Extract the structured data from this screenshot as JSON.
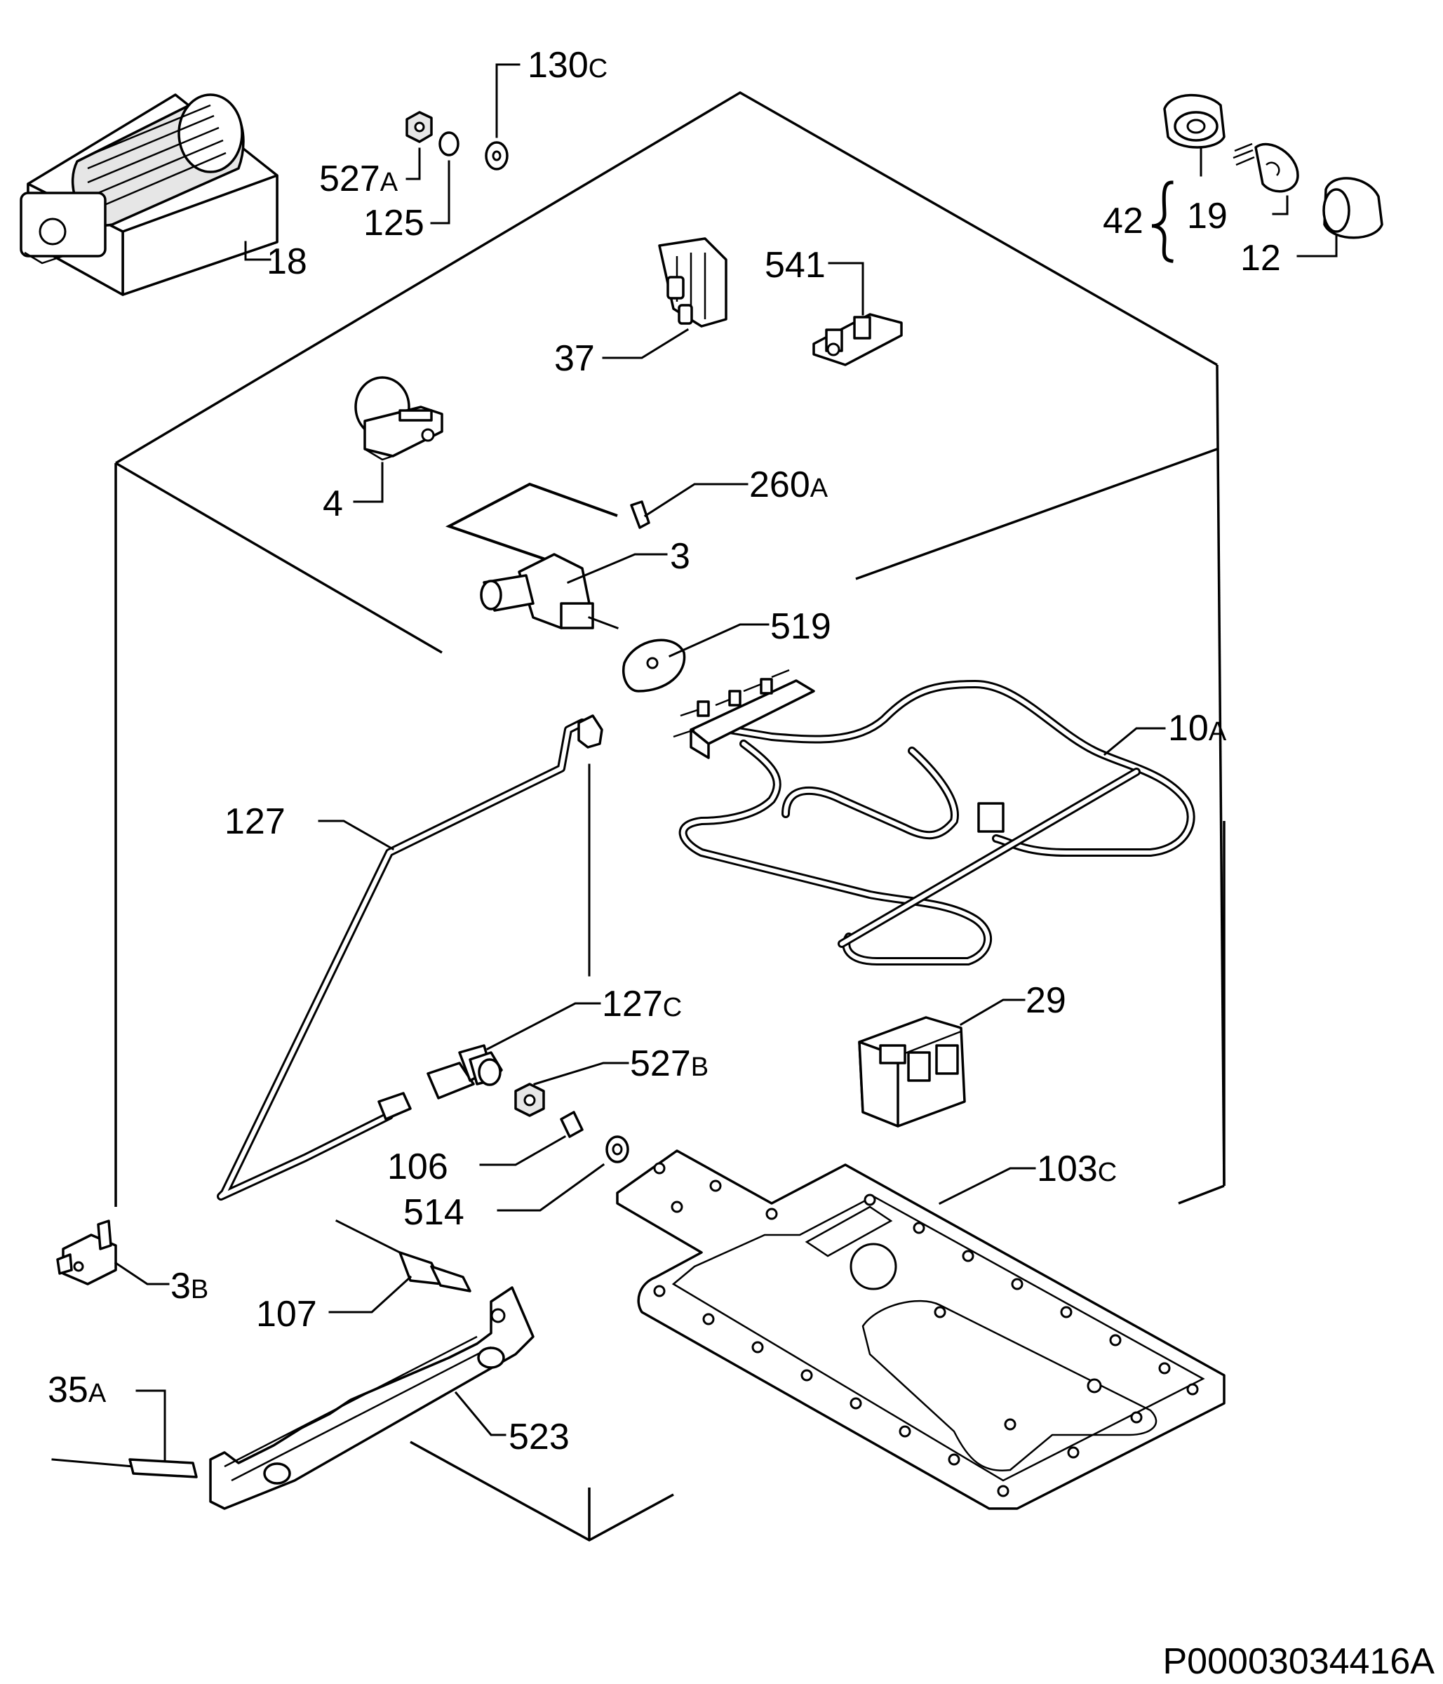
{
  "labels": {
    "p130c": {
      "num": "130",
      "suffix": "C"
    },
    "p527a": {
      "num": "527",
      "suffix": "A"
    },
    "p125": {
      "num": "125",
      "suffix": ""
    },
    "p18": {
      "num": "18",
      "suffix": ""
    },
    "p541": {
      "num": "541",
      "suffix": ""
    },
    "p37": {
      "num": "37",
      "suffix": ""
    },
    "p42": {
      "num": "42",
      "suffix": ""
    },
    "p19": {
      "num": "19",
      "suffix": ""
    },
    "p12": {
      "num": "12",
      "suffix": ""
    },
    "p4": {
      "num": "4",
      "suffix": ""
    },
    "p260a": {
      "num": "260",
      "suffix": "A"
    },
    "p3": {
      "num": "3",
      "suffix": ""
    },
    "p519": {
      "num": "519",
      "suffix": ""
    },
    "p10a": {
      "num": "10",
      "suffix": "A"
    },
    "p127": {
      "num": "127",
      "suffix": ""
    },
    "p127c": {
      "num": "127",
      "suffix": "C"
    },
    "p29": {
      "num": "29",
      "suffix": ""
    },
    "p527b": {
      "num": "527",
      "suffix": "B"
    },
    "p106": {
      "num": "106",
      "suffix": ""
    },
    "p514": {
      "num": "514",
      "suffix": ""
    },
    "p103c": {
      "num": "103",
      "suffix": "C"
    },
    "p3b": {
      "num": "3",
      "suffix": "B"
    },
    "p107": {
      "num": "107",
      "suffix": ""
    },
    "p35a": {
      "num": "35",
      "suffix": "A"
    },
    "p523": {
      "num": "523",
      "suffix": ""
    }
  },
  "code": "P00003034416A"
}
